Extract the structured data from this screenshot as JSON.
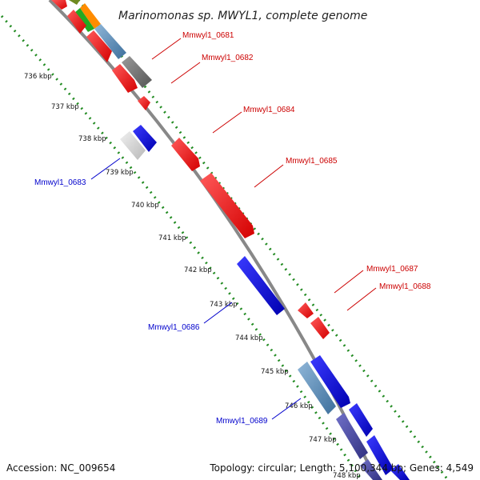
{
  "title": "Marinomonas sp. MWYL1, complete genome",
  "footer": {
    "accession": "Accession: NC_009654",
    "summary": "Topology: circular; Length: 5,100,344 bp; Genes: 4,549"
  },
  "colors": {
    "forward": "#ff0000",
    "reverse": "#0000ee",
    "backbone": "#888888",
    "gc_dots": "#228b22",
    "label_forward": "#cc0000",
    "label_reverse": "#0000cc"
  },
  "kbp_ticks": [
    "736 kbp",
    "737 kbp",
    "738 kbp",
    "739 kbp",
    "740 kbp",
    "741 kbp",
    "742 kbp",
    "743 kbp",
    "744 kbp",
    "745 kbp",
    "746 kbp",
    "747 kbp",
    "748 kbp"
  ],
  "gene_labels": [
    {
      "name": "Mmwyl1_0681",
      "strand": "forward"
    },
    {
      "name": "Mmwyl1_0682",
      "strand": "forward"
    },
    {
      "name": "Mmwyl1_0684",
      "strand": "forward"
    },
    {
      "name": "Mmwyl1_0685",
      "strand": "forward"
    },
    {
      "name": "Mmwyl1_0687",
      "strand": "forward"
    },
    {
      "name": "Mmwyl1_0688",
      "strand": "forward"
    },
    {
      "name": "Mmwyl1_0683",
      "strand": "reverse"
    },
    {
      "name": "Mmwyl1_0686",
      "strand": "reverse"
    },
    {
      "name": "Mmwyl1_0689",
      "strand": "reverse"
    }
  ]
}
